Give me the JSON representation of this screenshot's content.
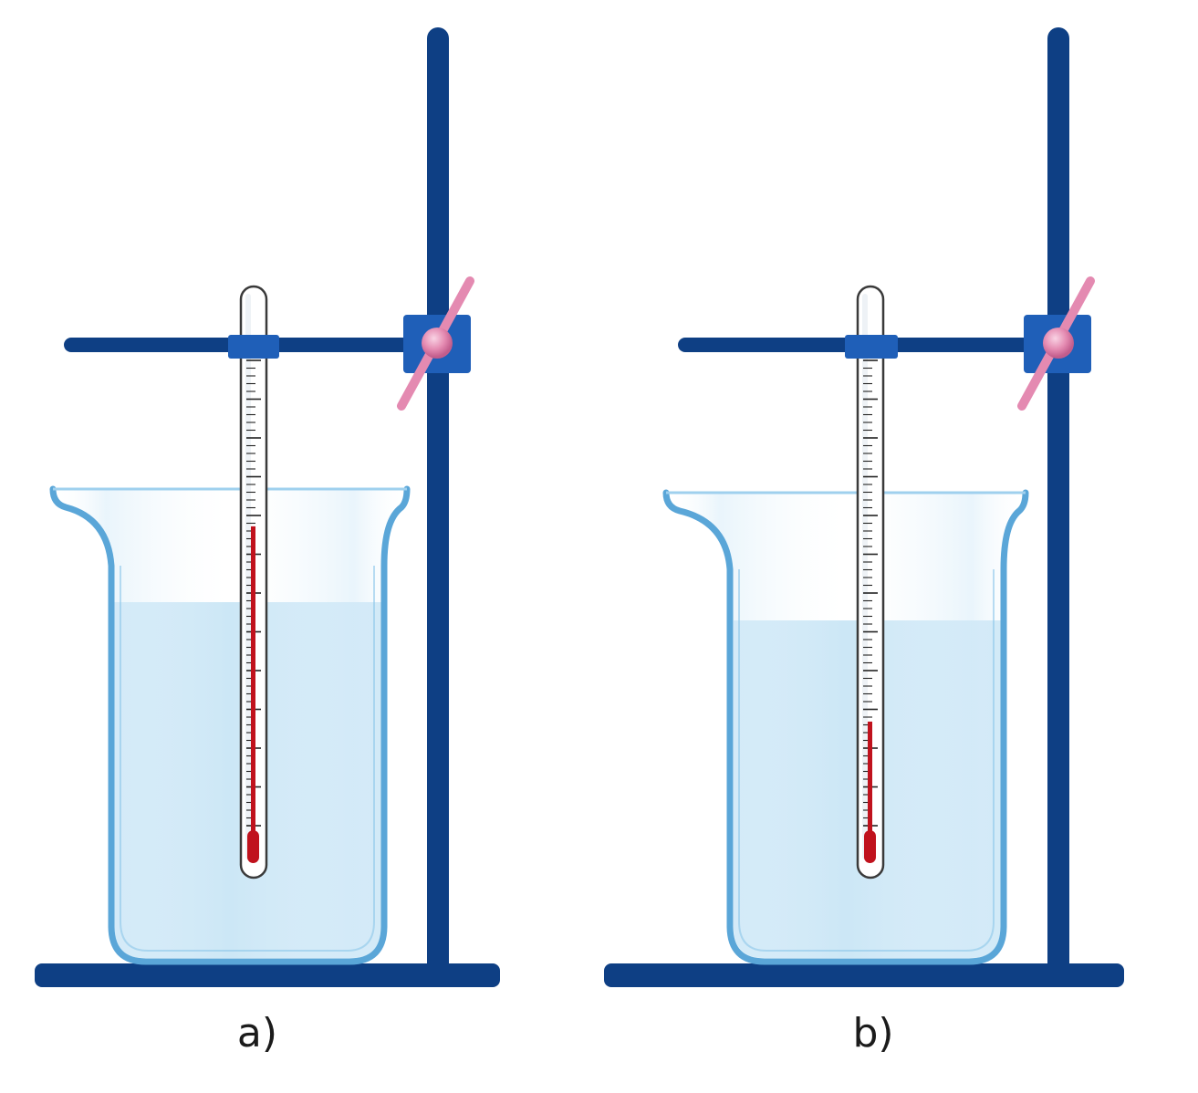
{
  "panels": [
    {
      "label": "a)",
      "thermometer_fill": 0.66,
      "water_level": 0.72
    },
    {
      "label": "b)",
      "thermometer_fill": 0.26,
      "water_level": 0.67
    }
  ],
  "colors": {
    "stand": "#0e3f84",
    "clamp": "#1f5fb8",
    "knob": "#e48ab1",
    "water": "#c6e4f5",
    "glass_outline": "#5aa6d8",
    "mercury": "#c0121d"
  },
  "icons": {
    "stand": "retort-stand",
    "beaker": "beaker",
    "thermometer": "thermometer",
    "clamp_knob": "clamp-knob"
  }
}
